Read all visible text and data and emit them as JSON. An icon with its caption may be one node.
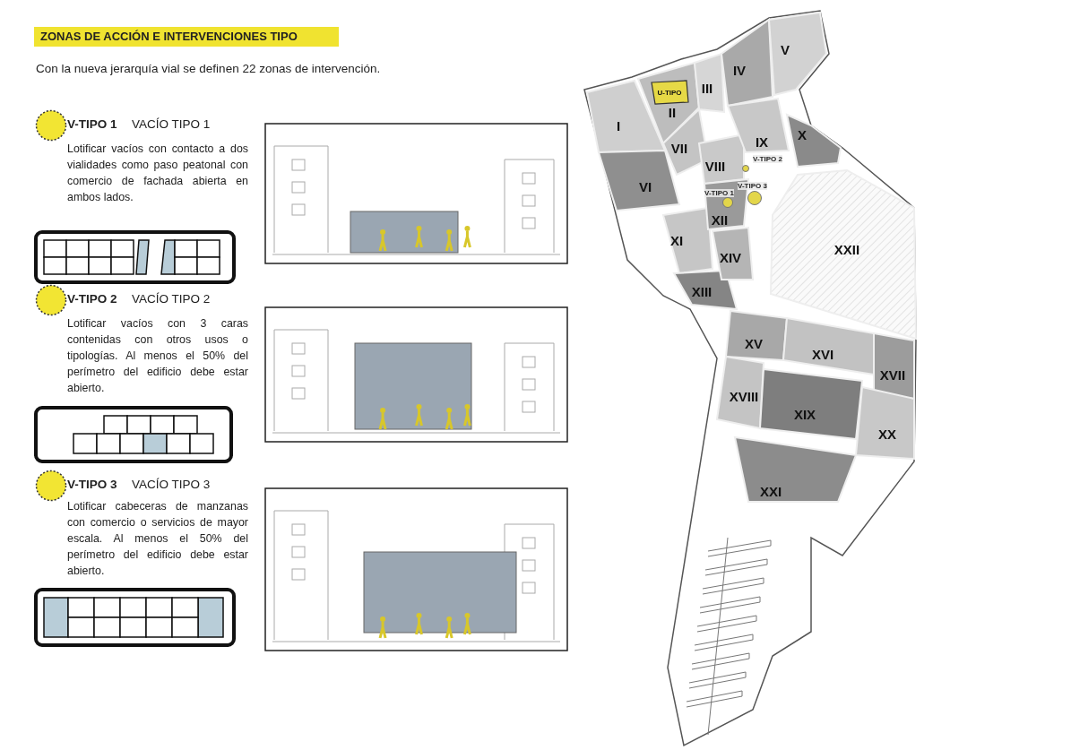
{
  "diagram": {
    "title": "ZONAS DE ACCIÓN E INTERVENCIONES TIPO",
    "nodes": [
      {
        "text": [],
        "shape": "circle",
        "beside": [
          "V-TIPO 1",
          "VACÍO TIPO 1"
        ]
      },
      {
        "text": [],
        "shape": "circle",
        "beside": [
          "V-TIPO 2",
          "VACÍO TIPO 2"
        ]
      },
      {
        "text": [],
        "shape": "circle",
        "beside": [
          "V-TIPO 3",
          "VACÍO TIPO 3"
        ]
      },
      {
        "text": [
          "I"
        ]
      },
      {
        "text": [
          "II"
        ]
      },
      {
        "text": [
          "III"
        ]
      },
      {
        "text": [
          "IV"
        ]
      },
      {
        "text": [
          "V"
        ]
      },
      {
        "text": [
          "VI"
        ]
      },
      {
        "text": [
          "VII"
        ]
      },
      {
        "text": [
          "VIII"
        ]
      },
      {
        "text": [
          "IX"
        ]
      },
      {
        "text": [
          "X"
        ]
      },
      {
        "text": [
          "XI"
        ]
      },
      {
        "text": [
          "XII"
        ]
      },
      {
        "text": [
          "XIII"
        ]
      },
      {
        "text": [
          "XIV"
        ]
      },
      {
        "text": [
          "XV"
        ]
      },
      {
        "text": [
          "XVI"
        ]
      },
      {
        "text": [
          "XVII"
        ]
      },
      {
        "text": [
          "XVIII"
        ]
      },
      {
        "text": [
          "XIX"
        ]
      },
      {
        "text": [
          "XX"
        ]
      },
      {
        "text": [
          "XXI"
        ]
      },
      {
        "text": [
          "XXII"
        ]
      },
      {
        "text": [
          "U-TIPO"
        ],
        "in": 4
      },
      {
        "text": [],
        "shape": "circle",
        "beside": [
          "V-TIPO 2"
        ]
      },
      {
        "text": [],
        "shape": "circle",
        "beside": [
          "V-TIPO 1"
        ],
        "in": 14
      },
      {
        "text": [],
        "shape": "circle",
        "beside": [
          "V-TIPO 3"
        ]
      }
    ],
    "labels": [
      "Con la nueva jerarquía vial se definen 22 zonas de intervención.",
      "Lotificar vacíos con contacto a dos vialidades como paso peatonal con comercio de fachada abierta en ambos lados.",
      "Lotificar vacíos con 3 caras contenidas con otros usos o tipologías. Al menos el 50% del perímetro del edificio debe estar abierto.",
      "Lotificar cabeceras de manzanas con comercio o servicios de mayor escala. Al menos el 50% del perímetro del edificio debe estar abierto."
    ]
  }
}
